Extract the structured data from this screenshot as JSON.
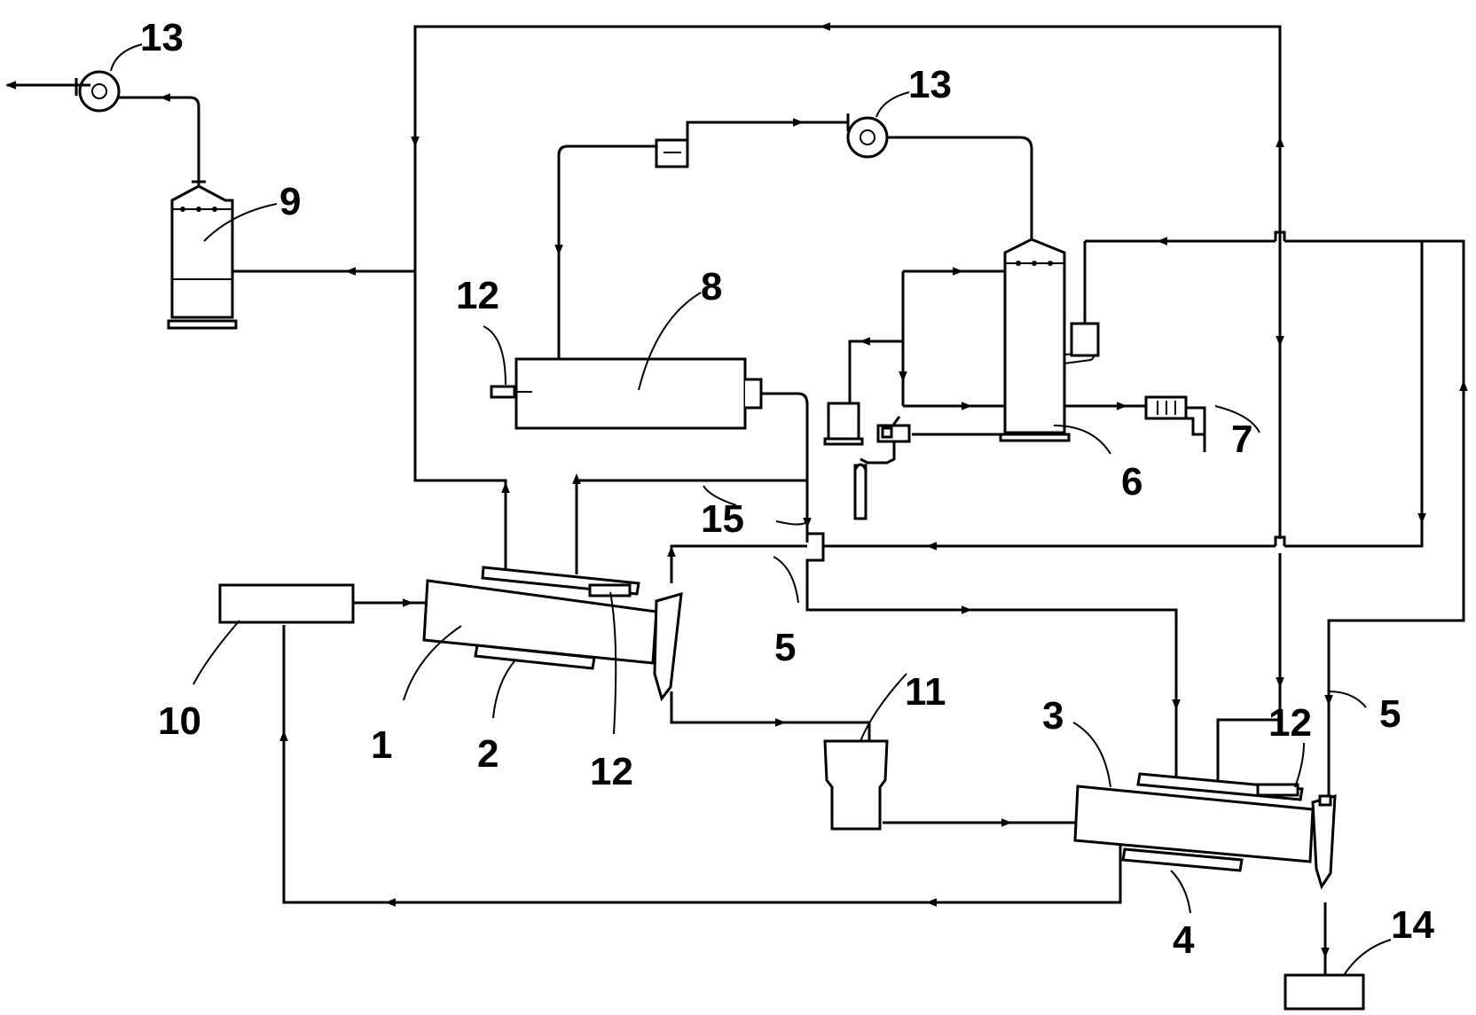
{
  "labels": {
    "l1": "1",
    "l2": "2",
    "l3": "3",
    "l4": "4",
    "l5a": "5",
    "l5b": "5",
    "l6": "6",
    "l7": "7",
    "l8": "8",
    "l9": "9",
    "l10": "10",
    "l11": "11",
    "l12a": "12",
    "l12b": "12",
    "l12c": "12",
    "l13a": "13",
    "l13b": "13",
    "l14": "14",
    "l15": "15"
  }
}
